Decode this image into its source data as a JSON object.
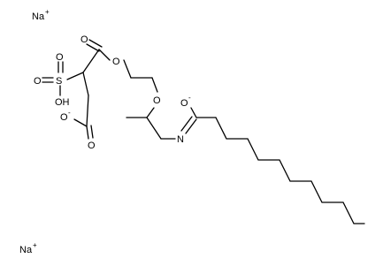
{
  "molecule": {
    "ions": [
      {
        "symbol": "Na",
        "charge": "+"
      },
      {
        "symbol": "Na",
        "charge": "+"
      }
    ],
    "atoms": {
      "sulfo_s": "S",
      "sulfo_o_top": "O",
      "sulfo_o_left": "O",
      "sulfo_oh": "OH",
      "ester_carbonyl_o": "O",
      "ester_o": "O",
      "carboxylate_o": "O",
      "carboxylate_o_neg": "O",
      "carboxylate_charge": "-",
      "ether_o": "O",
      "imidate_o": "O",
      "imidate_charge": "-",
      "amide_n": "N"
    }
  }
}
